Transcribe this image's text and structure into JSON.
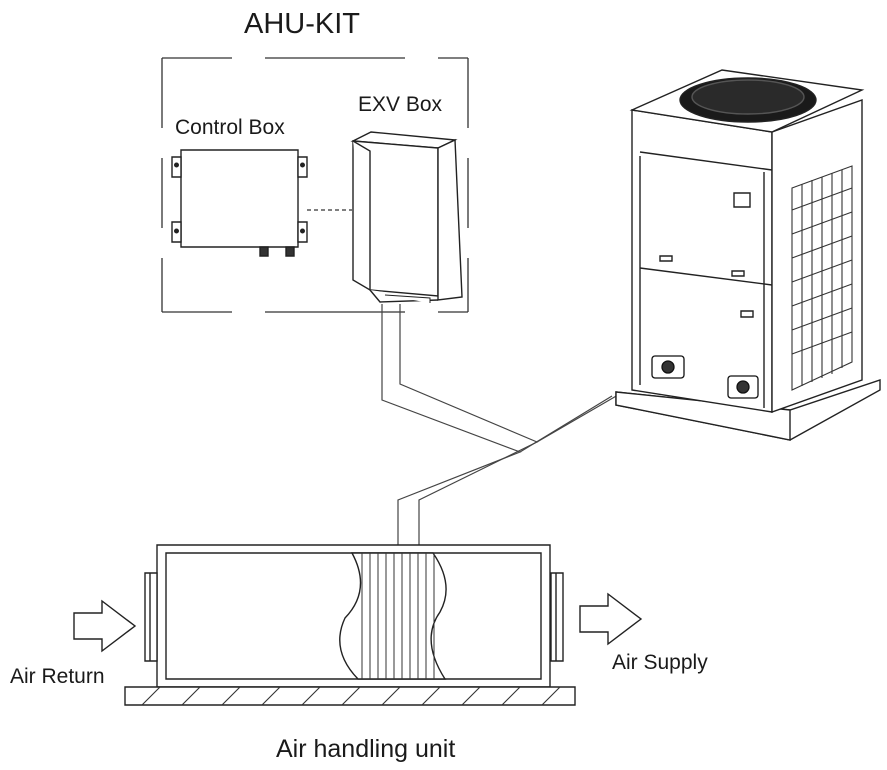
{
  "labels": {
    "kit_title": "AHU-KIT",
    "control_box": "Control Box",
    "exv_box": "EXV Box",
    "air_return": "Air Return",
    "air_supply": "Air Supply",
    "ahu_caption": "Air handling unit"
  }
}
